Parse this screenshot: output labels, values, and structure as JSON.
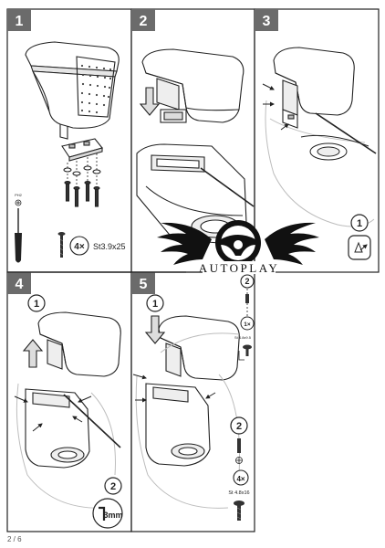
{
  "steps": [
    {
      "number": "1"
    },
    {
      "number": "2"
    },
    {
      "number": "3"
    },
    {
      "number": "4"
    },
    {
      "number": "5"
    }
  ],
  "callouts": {
    "one": "1",
    "two": "2"
  },
  "step1": {
    "screw_qty": "4×",
    "screw_spec": "St3.9x25",
    "bit_label": "PH2"
  },
  "step4": {
    "hex_size": "3mm"
  },
  "step5": {
    "qty_top": "1×",
    "spec_top": "St 4.8x9.5",
    "qty_bottom": "4×",
    "spec_bottom": "St 4.8x16"
  },
  "watermark": {
    "brand": "AUTOPLAY"
  },
  "footer": {
    "page": "2 / 6"
  },
  "colors": {
    "label_bg": "#6b6b6b",
    "line": "#222222",
    "light": "#cfcfcf"
  }
}
